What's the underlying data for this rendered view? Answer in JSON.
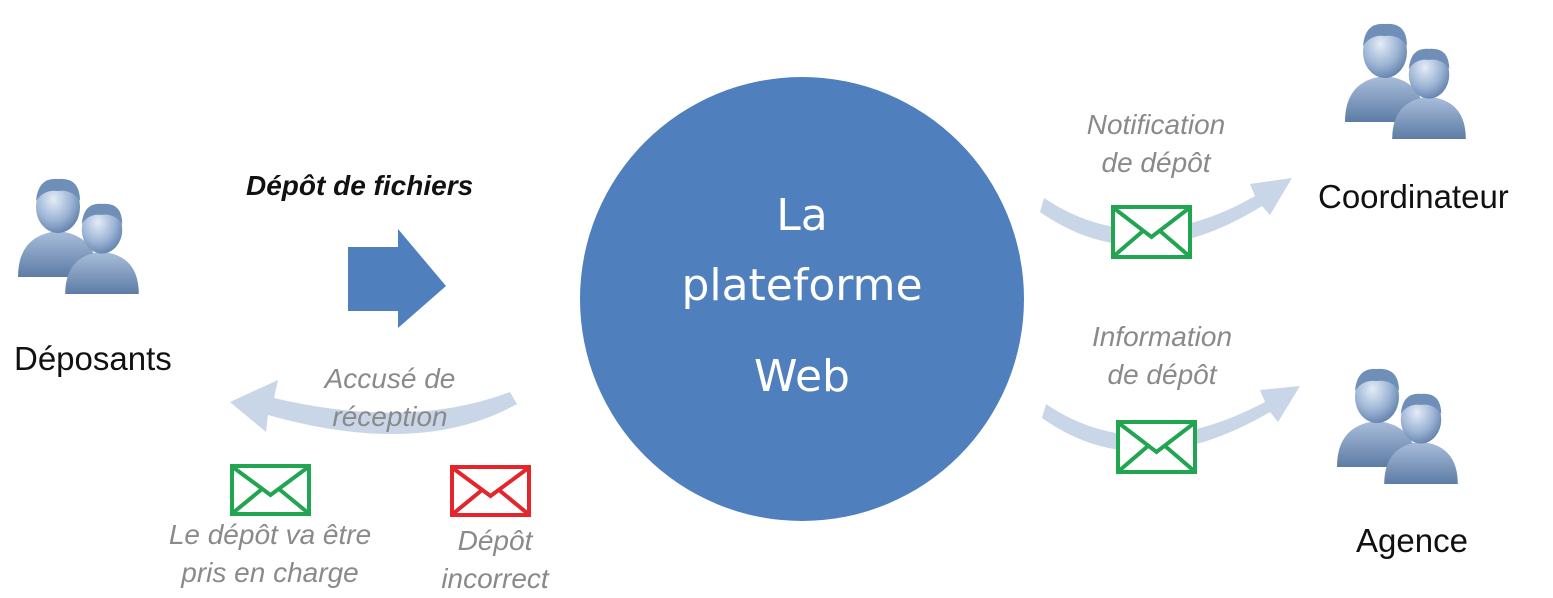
{
  "center": {
    "line1": "La",
    "line2": "plateforme",
    "line3": "Web"
  },
  "actors": {
    "left": "Déposants",
    "right_top": "Coordinateur",
    "right_bottom": "Agence"
  },
  "flows": {
    "upload": "Dépôt de fichiers",
    "ack_line1": "Accusé de",
    "ack_line2": "réception",
    "notif_line1": "Notification",
    "notif_line2": "de dépôt",
    "info_line1": "Information",
    "info_line2": "de dépôt"
  },
  "messages": {
    "ok_line1": "Le dépôt va être",
    "ok_line2": "pris en charge",
    "err_line1": "Dépôt",
    "err_line2": "incorrect"
  },
  "colors": {
    "circle": "#4f7fbd",
    "arrow": "#4f7fbd",
    "curved_arrow": "#c9d6e8",
    "envelope_ok": "#22a550",
    "envelope_err": "#e2262c"
  },
  "icons": {
    "people": "users-icon",
    "mail": "envelope-icon"
  }
}
